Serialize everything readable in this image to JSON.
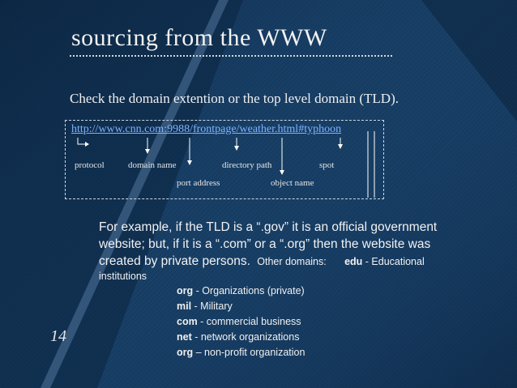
{
  "slide": {
    "title": "sourcing from the WWW",
    "intro": "Check the domain extention or the top level domain (TLD).",
    "url": "http://www.cnn.com:9988/frontpage/weather.html#typhoon",
    "labels": {
      "protocol": "protocol",
      "domain_name": "domain name",
      "port_address": "port address",
      "directory_path": "directory path",
      "object_name": "object name",
      "spot": "spot"
    },
    "example": {
      "line1": "For example, if the TLD is a “.gov” it is an official government",
      "line2": "website; but, if it is a “.com” or a “.org” then the website was",
      "line3": "created by private persons.",
      "other_domains": "Other domains:",
      "edu_code": "edu",
      "edu_desc": " - Educational",
      "institutions": "institutions"
    },
    "domains": [
      {
        "code": "org",
        "desc": " - Organizations (private)"
      },
      {
        "code": "mil",
        "desc": " - Military"
      },
      {
        "code": "com",
        "desc": " - commercial business"
      },
      {
        "code": "net",
        "desc": " - network organizations"
      },
      {
        "code": "org",
        "desc": " – non-profit organization"
      }
    ],
    "page_number": "14"
  },
  "colors": {
    "background": "#163a5e",
    "link": "#7fb2ff",
    "text": "#f2f2f2"
  }
}
